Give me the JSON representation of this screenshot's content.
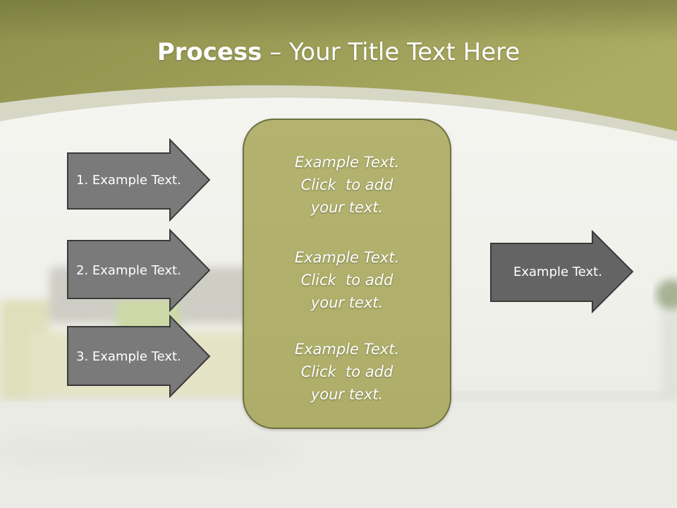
{
  "title": {
    "bold": "Process",
    "rest": " – Your Title Text Here"
  },
  "left_steps": [
    {
      "label": "1. Example Text."
    },
    {
      "label": "2. Example Text."
    },
    {
      "label": "3. Example Text."
    }
  ],
  "center_blocks": [
    {
      "line1": "Example Text.",
      "line2": "Click  to add",
      "line3": "your text."
    },
    {
      "line1": "Example Text.",
      "line2": "Click  to add",
      "line3": "your text."
    },
    {
      "line1": "Example Text.",
      "line2": "Click  to add",
      "line3": "your text."
    }
  ],
  "output": {
    "label": "Example Text."
  },
  "colors": {
    "header_olive": "#a6a65e",
    "arrow_gray": "#7a7a7a",
    "arrow_border": "#3a3a3a",
    "box_olive": "#b0b06c",
    "box_border": "#6e7040",
    "text_white": "#ffffff"
  }
}
